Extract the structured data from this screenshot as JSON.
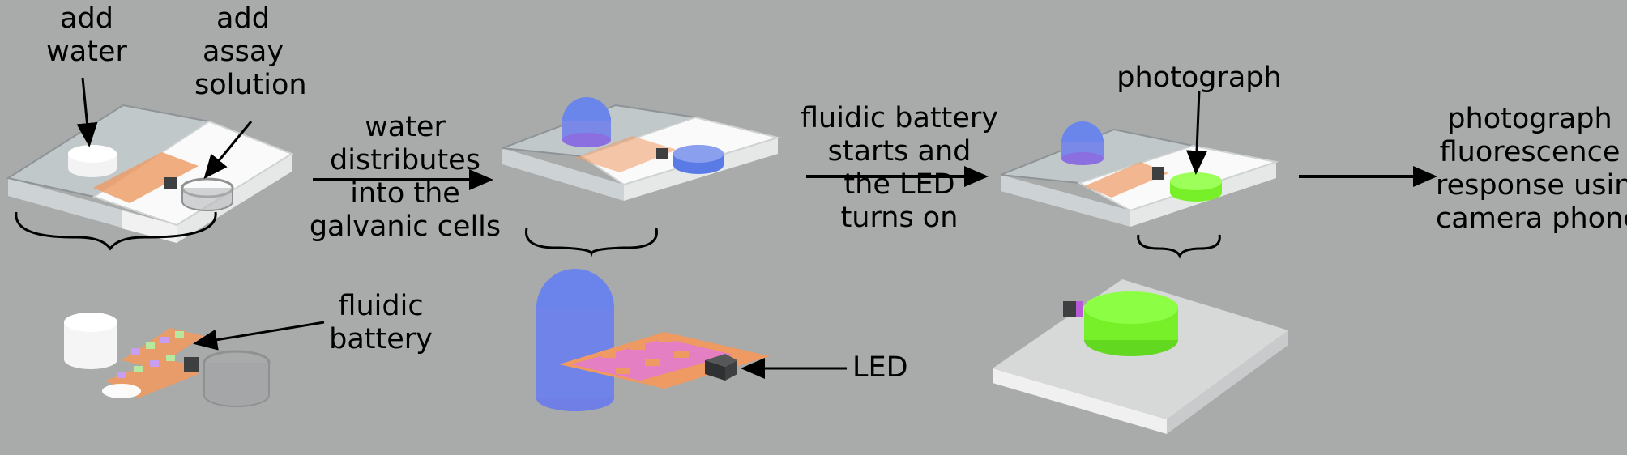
{
  "labels": {
    "add_water": [
      "add",
      "water"
    ],
    "add_assay": [
      "add",
      "assay",
      "solution"
    ],
    "water_distributes": [
      "water",
      "distributes",
      "into the",
      "galvanic cells"
    ],
    "battery_starts": [
      "fluidic battery",
      "starts and",
      "the LED",
      "turns on"
    ],
    "photograph": "photograph",
    "photograph_response": [
      "photograph",
      "fluorescence",
      "response using",
      "camera phone"
    ],
    "fluidic_battery": [
      "fluidic",
      "battery"
    ],
    "led": "LED"
  },
  "colors": {
    "background": "#a9abab",
    "water_blue": "#5a7be6",
    "electrode_orange": "#ee9a62",
    "electrode_pink": "#e27ad6",
    "fluorescent_green": "#77f02a",
    "led_block": "#3d3f40",
    "glass": "#c6cccf",
    "paper_white": "#fafafa"
  }
}
